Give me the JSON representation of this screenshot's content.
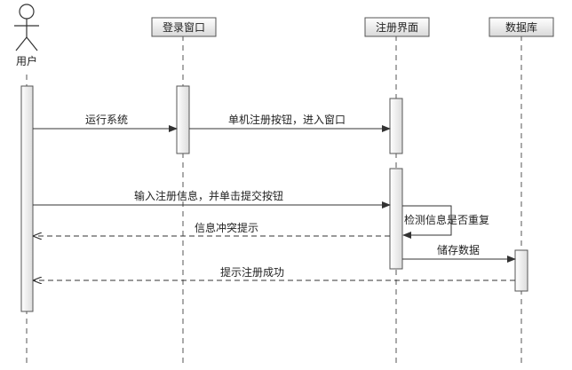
{
  "actors": [
    {
      "id": "user",
      "label": "用户",
      "kind": "stick-figure"
    },
    {
      "id": "login",
      "label": "登录窗口",
      "kind": "box"
    },
    {
      "id": "register",
      "label": "注册界面",
      "kind": "box"
    },
    {
      "id": "db",
      "label": "数据库",
      "kind": "box"
    }
  ],
  "messages": [
    {
      "id": "m1",
      "label": "运行系统",
      "from": "user",
      "to": "login",
      "style": "solid"
    },
    {
      "id": "m2",
      "label": "单机注册按钮，进入窗口",
      "from": "login",
      "to": "register",
      "style": "solid"
    },
    {
      "id": "m3",
      "label": "输入注册信息，并单击提交按钮",
      "from": "user",
      "to": "register",
      "style": "solid"
    },
    {
      "id": "m4",
      "label": "检测信息是否重复",
      "from": "register",
      "to": "register",
      "style": "self"
    },
    {
      "id": "m5",
      "label": "信息冲突提示",
      "from": "register",
      "to": "user",
      "style": "dashed"
    },
    {
      "id": "m6",
      "label": "储存数据",
      "from": "register",
      "to": "db",
      "style": "solid"
    },
    {
      "id": "m7",
      "label": "提示注册成功",
      "from": "db",
      "to": "user",
      "style": "dashed"
    }
  ]
}
